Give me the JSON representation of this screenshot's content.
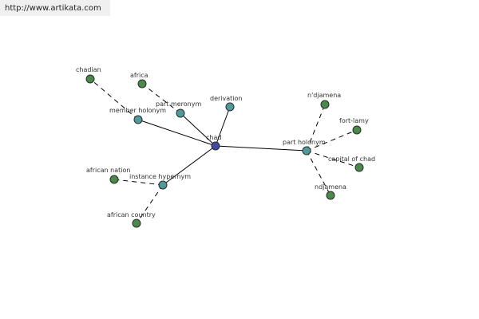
{
  "source_link": "http://www.artikata.com",
  "colors": {
    "center": "#3f4aa0",
    "relation": "#4f9a9a",
    "term": "#4a8a48"
  },
  "nodes": [
    {
      "id": "chad",
      "label": "chad",
      "kind": "center"
    },
    {
      "id": "member-holonym",
      "label": "member holonym",
      "kind": "relation"
    },
    {
      "id": "part-meronym",
      "label": "part meronym",
      "kind": "relation"
    },
    {
      "id": "derivation",
      "label": "derivation",
      "kind": "relation"
    },
    {
      "id": "instance-hypernym",
      "label": "instance hypernym",
      "kind": "relation"
    },
    {
      "id": "part-holonym",
      "label": "part holonym",
      "kind": "relation"
    },
    {
      "id": "chadian",
      "label": "chadian",
      "kind": "term"
    },
    {
      "id": "africa",
      "label": "africa",
      "kind": "term"
    },
    {
      "id": "african-nation",
      "label": "african nation",
      "kind": "term"
    },
    {
      "id": "african-country",
      "label": "african country",
      "kind": "term"
    },
    {
      "id": "n-djamena",
      "label": "n'djamena",
      "kind": "term"
    },
    {
      "id": "fort-lamy",
      "label": "fort-lamy",
      "kind": "term"
    },
    {
      "id": "capital-of-chad",
      "label": "capital of chad",
      "kind": "term"
    },
    {
      "id": "ndjamena",
      "label": "ndjamena",
      "kind": "term"
    }
  ],
  "edges": [
    {
      "from": "chad",
      "to": "member-holonym",
      "style": "solid"
    },
    {
      "from": "chad",
      "to": "part-meronym",
      "style": "solid"
    },
    {
      "from": "chad",
      "to": "derivation",
      "style": "solid"
    },
    {
      "from": "chad",
      "to": "instance-hypernym",
      "style": "solid"
    },
    {
      "from": "chad",
      "to": "part-holonym",
      "style": "solid"
    },
    {
      "from": "member-holonym",
      "to": "chadian",
      "style": "dashed"
    },
    {
      "from": "part-meronym",
      "to": "africa",
      "style": "dashed"
    },
    {
      "from": "instance-hypernym",
      "to": "african-nation",
      "style": "dashed"
    },
    {
      "from": "instance-hypernym",
      "to": "african-country",
      "style": "dashed"
    },
    {
      "from": "part-holonym",
      "to": "n-djamena",
      "style": "dashed"
    },
    {
      "from": "part-holonym",
      "to": "fort-lamy",
      "style": "dashed"
    },
    {
      "from": "part-holonym",
      "to": "capital-of-chad",
      "style": "dashed"
    },
    {
      "from": "part-holonym",
      "to": "ndjamena",
      "style": "dashed"
    }
  ]
}
